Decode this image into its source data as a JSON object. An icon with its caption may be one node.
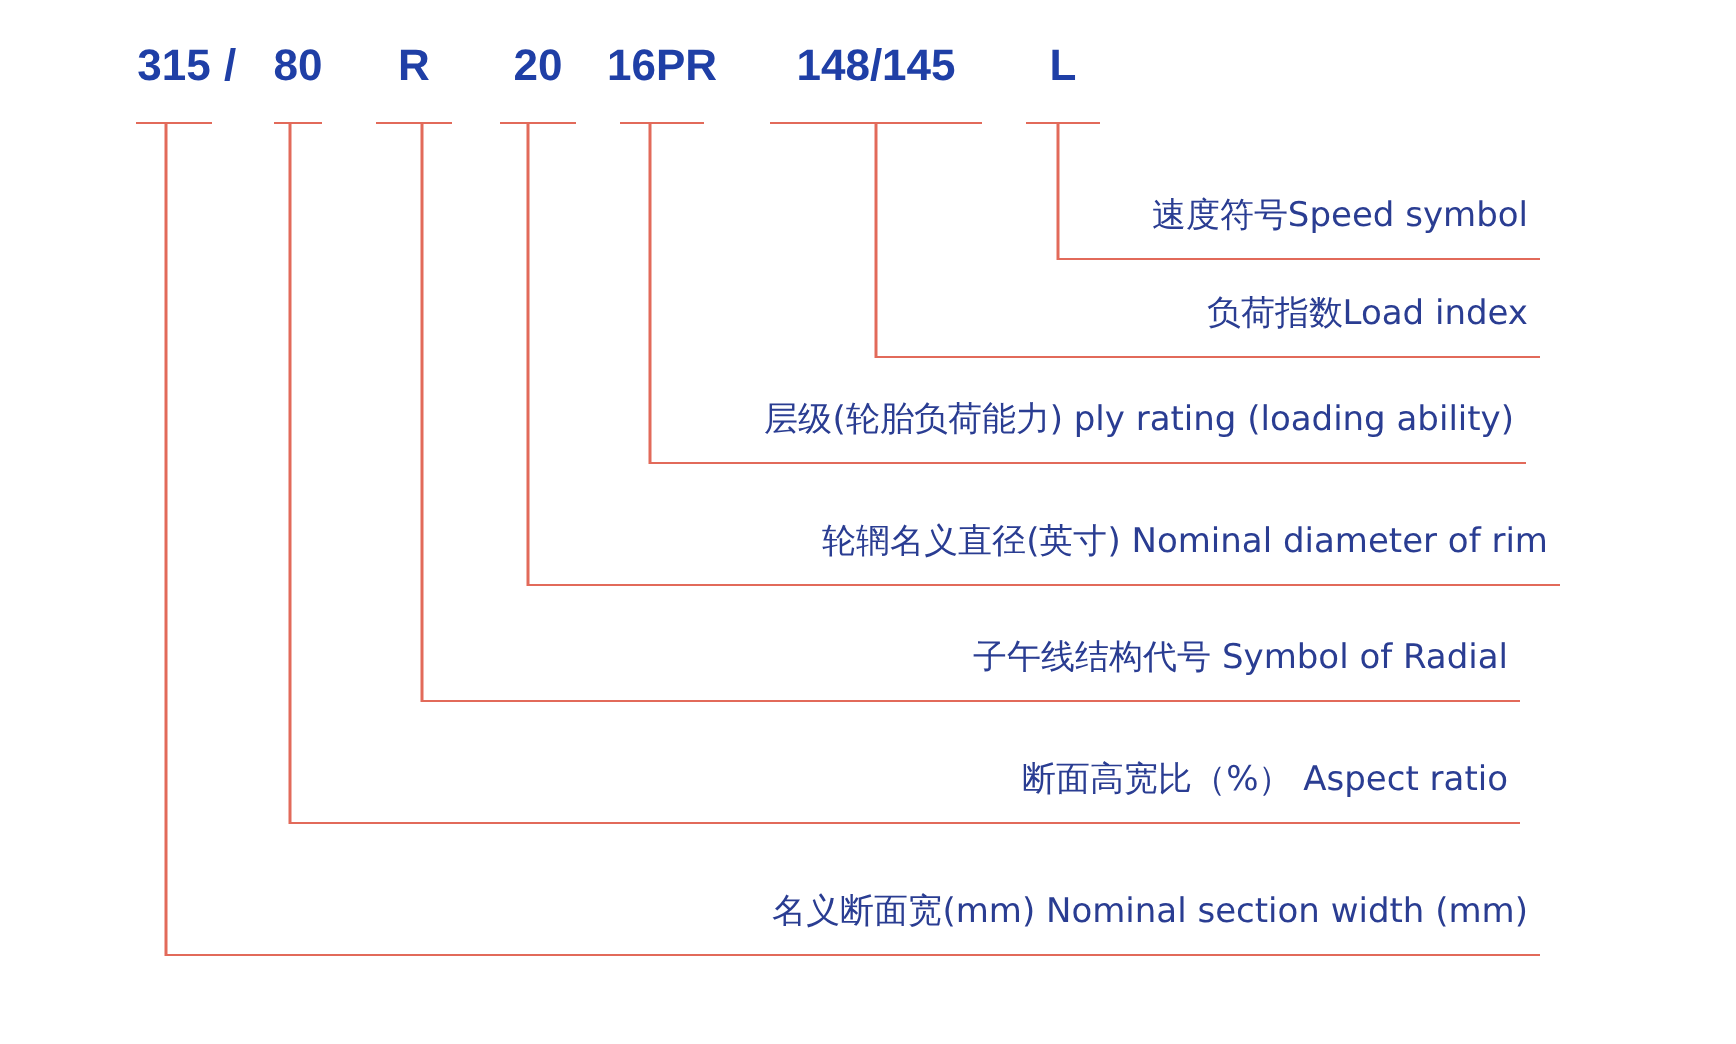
{
  "diagram": {
    "nodes": [
      {
        "text": [
          "315"
        ]
      },
      {
        "text": [
          "80"
        ]
      },
      {
        "text": [
          "R"
        ]
      },
      {
        "text": [
          "20"
        ]
      },
      {
        "text": [
          "16PR"
        ]
      },
      {
        "text": [
          "148/145"
        ]
      },
      {
        "text": [
          "L"
        ]
      },
      {
        "text": [
          "速度符号Speed symbol"
        ]
      },
      {
        "text": [
          "负荷指数Load index"
        ]
      },
      {
        "text": [
          "层级(轮胎负荷能力) ply rating (loading ability)"
        ]
      },
      {
        "text": [
          "轮辋名义直径(英寸) Nominal diameter of rim"
        ]
      },
      {
        "text": [
          "子午线结构代号 Symbol of Radial"
        ]
      },
      {
        "text": [
          "断面高宽比（%） Aspect ratio"
        ]
      },
      {
        "text": [
          "名义断面宽(mm) Nominal section width (mm)"
        ]
      }
    ],
    "edges": [
      {
        "from": 6,
        "to": 7,
        "arrow": "none"
      },
      {
        "from": 5,
        "to": 8,
        "arrow": "none"
      },
      {
        "from": 4,
        "to": 9,
        "arrow": "none"
      },
      {
        "from": 3,
        "to": 10,
        "arrow": "none"
      },
      {
        "from": 2,
        "to": 11,
        "arrow": "none"
      },
      {
        "from": 1,
        "to": 12,
        "arrow": "none"
      },
      {
        "from": 0,
        "to": 13,
        "arrow": "none"
      }
    ],
    "labels": [
      "/"
    ]
  }
}
